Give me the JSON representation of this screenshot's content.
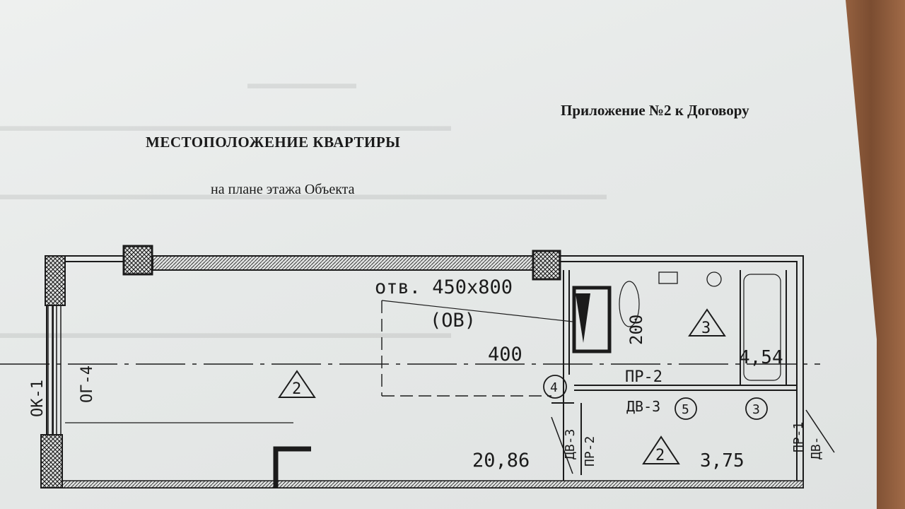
{
  "document": {
    "annex": "Приложение №2 к Договору",
    "title": "МЕСТОПОЛОЖЕНИЕ КВАРТИРЫ",
    "subtitle": "на плане этажа Объекта"
  },
  "plan": {
    "opening": "отв. 450х800",
    "opening_note": "(ОВ)",
    "wall_label_ok": "ОК-1",
    "wall_label_og": "ОГ-4",
    "dim_400": "400",
    "dim_200": "200",
    "room_main_marker": "2",
    "room_main_area": "20,86",
    "room_bath_marker": "3",
    "room_bath_area": "4,54",
    "room_hall_marker": "2",
    "room_hall_area": "3,75",
    "partition_pr2_a": "ПР-2",
    "partition_pr2_b": "ПР-2",
    "partition_pr1": "ПР-1",
    "door_dv3_a": "ДВ-3",
    "door_dv3_b": "ДВ-3",
    "door_dv": "ДВ-",
    "circle_4": "4",
    "circle_5": "5",
    "circle_3": "3"
  },
  "colors": {
    "paper": "#e6e9e8",
    "ink": "#1b1b1b",
    "desk": "#8a5a3c"
  }
}
